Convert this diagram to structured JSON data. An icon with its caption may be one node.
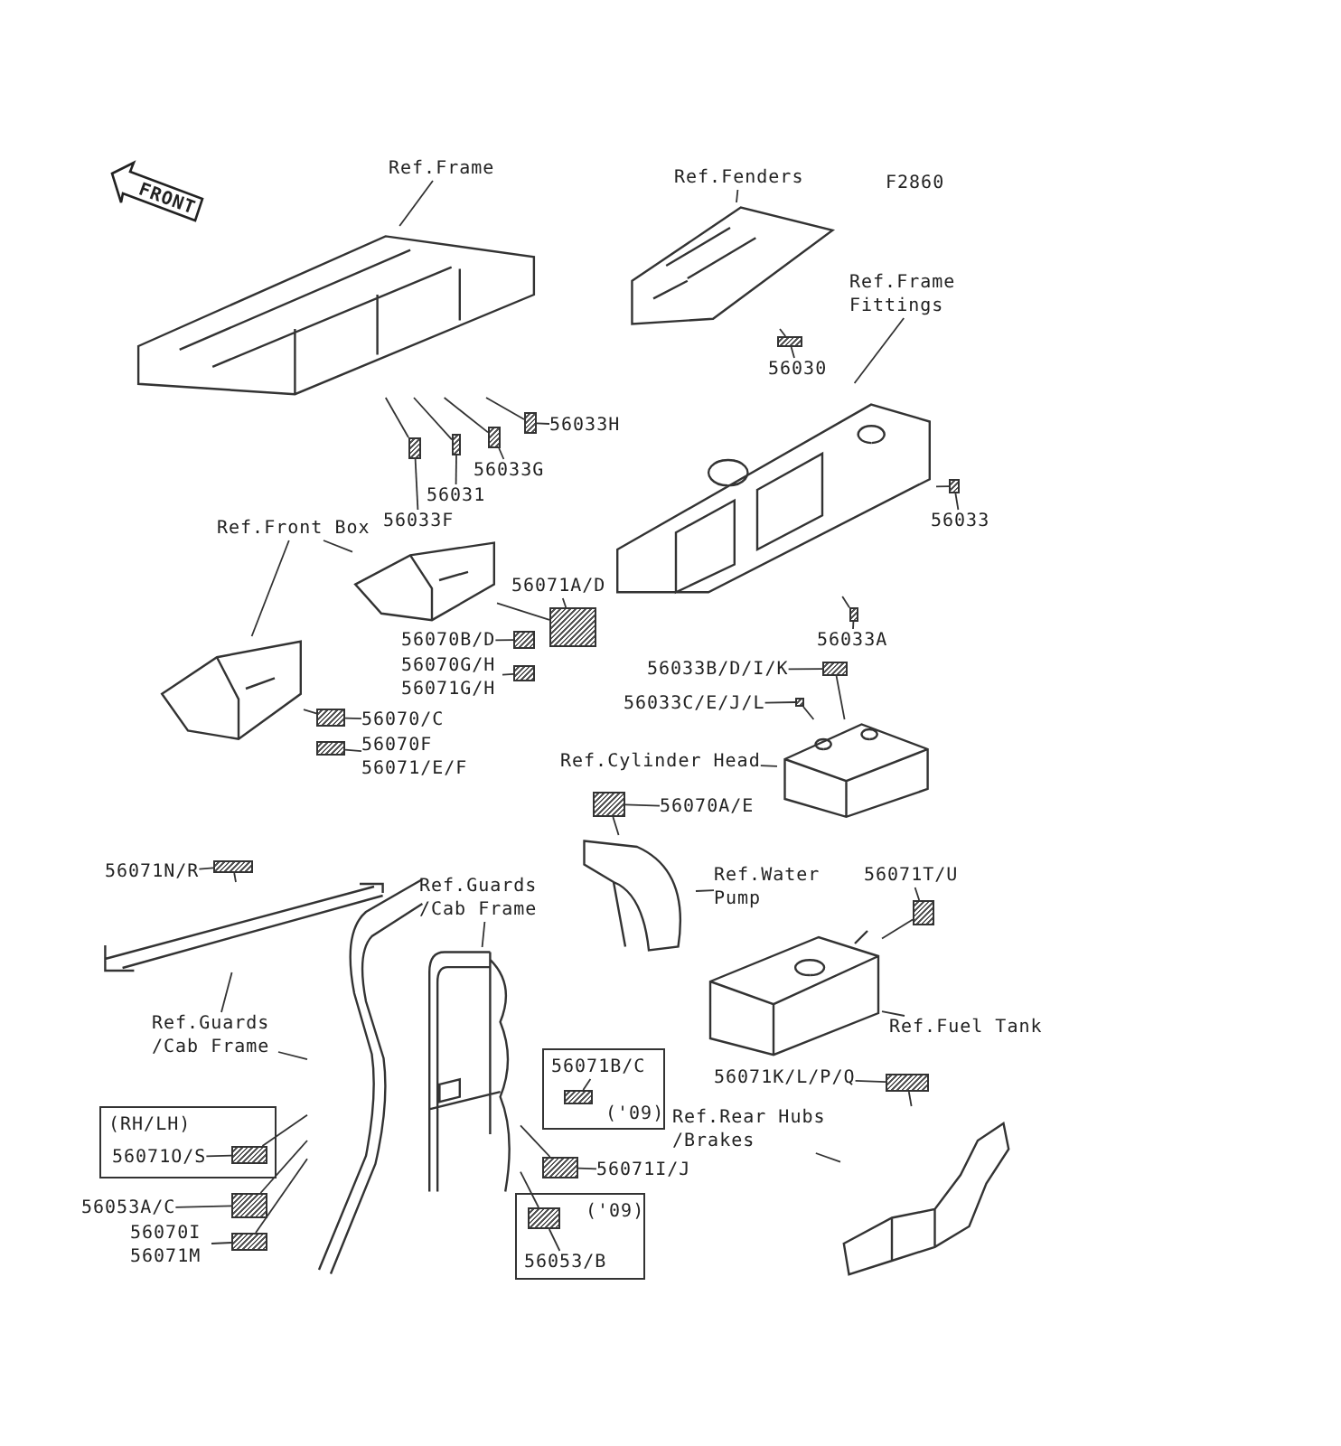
{
  "diagram": {
    "nodes": [
      {
        "text": [],
        "shape": "picture"
      },
      {
        "text": [
          "Ref.Frame"
        ]
      },
      {
        "text": [],
        "shape": "box"
      },
      {
        "text": [
          "56033H"
        ]
      },
      {
        "text": [],
        "shape": "box"
      },
      {
        "text": [
          "56033G"
        ]
      },
      {
        "text": [],
        "shape": "box"
      },
      {
        "text": [
          "56031"
        ]
      },
      {
        "text": [],
        "shape": "box"
      },
      {
        "text": [
          "56033F"
        ]
      },
      {
        "text": [],
        "shape": "picture"
      },
      {
        "text": [
          "Ref.Fenders"
        ]
      },
      {
        "text": [],
        "shape": "box"
      },
      {
        "text": [
          "56030"
        ]
      },
      {
        "text": [],
        "shape": "picture"
      },
      {
        "text": [
          "Ref.Frame Fittings"
        ]
      },
      {
        "text": [],
        "shape": "box"
      },
      {
        "text": [
          "56033"
        ]
      },
      {
        "text": [],
        "shape": "box"
      },
      {
        "text": [
          "56033A"
        ]
      },
      {
        "text": [],
        "shape": "picture"
      },
      {
        "text": [],
        "shape": "picture"
      },
      {
        "text": [
          "Ref.Front Box"
        ]
      },
      {
        "text": [],
        "shape": "box"
      },
      {
        "text": [
          "56071A/D"
        ]
      },
      {
        "text": [],
        "shape": "box"
      },
      {
        "text": [
          "56070B/D"
        ]
      },
      {
        "text": [],
        "shape": "box"
      },
      {
        "text": [
          "56070G/H 56071G/H"
        ]
      },
      {
        "text": [],
        "shape": "box"
      },
      {
        "text": [
          "56070/C"
        ]
      },
      {
        "text": [],
        "shape": "box"
      },
      {
        "text": [
          "56070F 56071/E/F"
        ]
      },
      {
        "text": [],
        "shape": "picture"
      },
      {
        "text": [
          "Ref.Cylinder Head"
        ]
      },
      {
        "text": [],
        "shape": "box"
      },
      {
        "text": [
          "56033B/D/I/K"
        ]
      },
      {
        "text": [],
        "shape": "box"
      },
      {
        "text": [
          "56033C/E/J/L"
        ]
      },
      {
        "text": [],
        "shape": "picture"
      },
      {
        "text": [
          "Ref.Water Pump"
        ]
      },
      {
        "text": [],
        "shape": "box"
      },
      {
        "text": [
          "56070A/E"
        ]
      },
      {
        "text": [],
        "shape": "picture"
      },
      {
        "text": [
          "Ref.Fuel Tank"
        ]
      },
      {
        "text": [],
        "shape": "box"
      },
      {
        "text": [
          "56071T/U"
        ]
      },
      {
        "text": [],
        "shape": "picture"
      },
      {
        "text": [],
        "shape": "picture"
      },
      {
        "text": [
          "Ref.Guards /Cab Frame"
        ]
      },
      {
        "text": [],
        "shape": "box"
      },
      {
        "text": [
          "56071N/R"
        ]
      },
      {
        "text": [
          "(RH/LH)"
        ]
      },
      {
        "text": [
          "56071O/S"
        ],
        "in": 52
      },
      {
        "text": [],
        "shape": "box",
        "in": 52
      },
      {
        "text": [],
        "shape": "box"
      },
      {
        "text": [
          "56053A/C"
        ]
      },
      {
        "text": [],
        "shape": "box"
      },
      {
        "text": [
          "56070I 56071M"
        ]
      },
      {
        "text": [],
        "shape": "picture"
      },
      {
        "text": [
          "Ref.Guards /Cab Frame"
        ]
      },
      {
        "text": [
          "('09)"
        ]
      },
      {
        "text": [
          "56071B/C"
        ],
        "in": 61
      },
      {
        "text": [],
        "shape": "box",
        "in": 61
      },
      {
        "text": [],
        "shape": "box"
      },
      {
        "text": [
          "56071I/J"
        ]
      },
      {
        "text": [
          "('09)"
        ]
      },
      {
        "text": [],
        "shape": "box",
        "in": 66
      },
      {
        "text": [
          "56053/B"
        ],
        "in": 66
      },
      {
        "text": [],
        "shape": "box"
      },
      {
        "text": [
          "56071K/L/P/Q"
        ]
      },
      {
        "text": [],
        "shape": "picture"
      },
      {
        "text": [
          "Ref.Rear Hubs /Brakes"
        ]
      }
    ],
    "edges": [
      {
        "from": 1,
        "to": 0,
        "arrow": "none"
      },
      {
        "from": 3,
        "to": 2,
        "arrow": "none"
      },
      {
        "from": 2,
        "to": 0,
        "arrow": "none"
      },
      {
        "from": 5,
        "to": 4,
        "arrow": "none"
      },
      {
        "from": 4,
        "to": 0,
        "arrow": "none"
      },
      {
        "from": 7,
        "to": 6,
        "arrow": "none"
      },
      {
        "from": 6,
        "to": 0,
        "arrow": "none"
      },
      {
        "from": 9,
        "to": 8,
        "arrow": "none"
      },
      {
        "from": 8,
        "to": 0,
        "arrow": "none"
      },
      {
        "from": 11,
        "to": 10,
        "arrow": "none"
      },
      {
        "from": 13,
        "to": 12,
        "arrow": "none"
      },
      {
        "from": 12,
        "to": 10,
        "arrow": "none"
      },
      {
        "from": 15,
        "to": 14,
        "arrow": "none"
      },
      {
        "from": 17,
        "to": 16,
        "arrow": "none"
      },
      {
        "from": 16,
        "to": 14,
        "arrow": "none"
      },
      {
        "from": 19,
        "to": 18,
        "arrow": "none"
      },
      {
        "from": 18,
        "to": 14,
        "arrow": "none"
      },
      {
        "from": 22,
        "to": 20,
        "arrow": "none"
      },
      {
        "from": 22,
        "to": 21,
        "arrow": "none"
      },
      {
        "from": 24,
        "to": 23,
        "arrow": "none"
      },
      {
        "from": 23,
        "to": 20,
        "arrow": "none"
      },
      {
        "from": 26,
        "to": 25,
        "arrow": "none"
      },
      {
        "from": 28,
        "to": 27,
        "arrow": "none"
      },
      {
        "from": 30,
        "to": 29,
        "arrow": "none"
      },
      {
        "from": 29,
        "to": 21,
        "arrow": "none"
      },
      {
        "from": 32,
        "to": 31,
        "arrow": "none"
      },
      {
        "from": 34,
        "to": 33,
        "arrow": "none"
      },
      {
        "from": 36,
        "to": 35,
        "arrow": "none"
      },
      {
        "from": 35,
        "to": 33,
        "arrow": "none"
      },
      {
        "from": 38,
        "to": 37,
        "arrow": "none"
      },
      {
        "from": 37,
        "to": 33,
        "arrow": "none"
      },
      {
        "from": 40,
        "to": 39,
        "arrow": "none"
      },
      {
        "from": 42,
        "to": 41,
        "arrow": "none"
      },
      {
        "from": 41,
        "to": 39,
        "arrow": "none"
      },
      {
        "from": 44,
        "to": 43,
        "arrow": "none"
      },
      {
        "from": 46,
        "to": 45,
        "arrow": "none"
      },
      {
        "from": 45,
        "to": 43,
        "arrow": "none"
      },
      {
        "from": 49,
        "to": 47,
        "arrow": "none"
      },
      {
        "from": 49,
        "to": 48,
        "arrow": "none"
      },
      {
        "from": 51,
        "to": 50,
        "arrow": "none"
      },
      {
        "from": 50,
        "to": 47,
        "arrow": "none"
      },
      {
        "from": 53,
        "to": 54,
        "arrow": "none"
      },
      {
        "from": 54,
        "to": 48,
        "arrow": "none"
      },
      {
        "from": 56,
        "to": 55,
        "arrow": "none"
      },
      {
        "from": 55,
        "to": 48,
        "arrow": "none"
      },
      {
        "from": 58,
        "to": 57,
        "arrow": "none"
      },
      {
        "from": 57,
        "to": 48,
        "arrow": "none"
      },
      {
        "from": 60,
        "to": 59,
        "arrow": "none"
      },
      {
        "from": 62,
        "to": 63,
        "arrow": "none"
      },
      {
        "from": 65,
        "to": 64,
        "arrow": "none"
      },
      {
        "from": 64,
        "to": 59,
        "arrow": "none"
      },
      {
        "from": 68,
        "to": 67,
        "arrow": "none"
      },
      {
        "from": 67,
        "to": 59,
        "arrow": "none"
      },
      {
        "from": 70,
        "to": 69,
        "arrow": "none"
      },
      {
        "from": 69,
        "to": 71,
        "arrow": "none"
      },
      {
        "from": 72,
        "to": 71,
        "arrow": "none"
      }
    ],
    "labels": [
      "FRONT",
      "F2860"
    ]
  }
}
